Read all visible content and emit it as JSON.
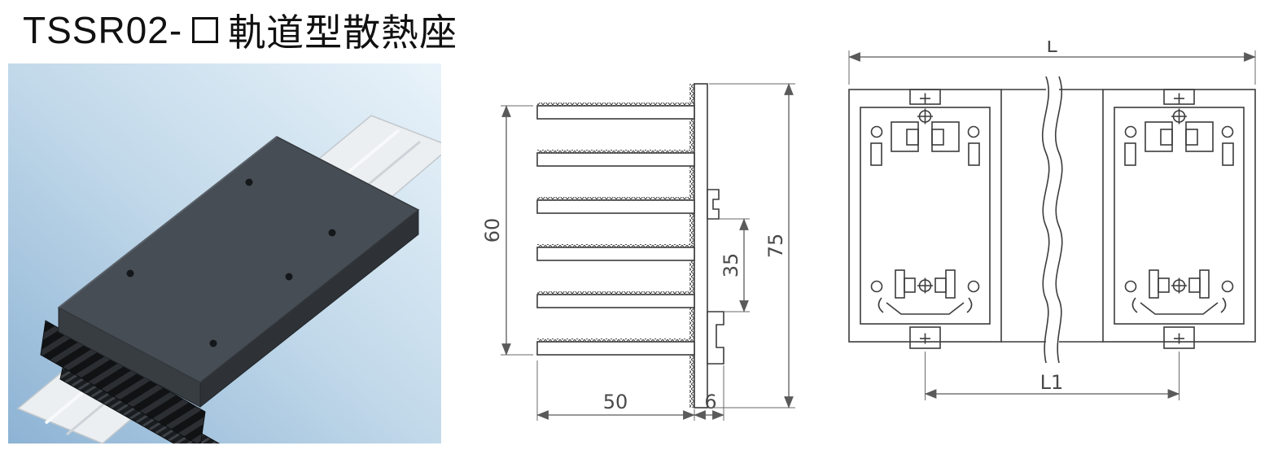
{
  "title": {
    "model_prefix": "TSSR02-",
    "product_name": "軌道型散熱座"
  },
  "section_view": {
    "dim_fin_height": "60",
    "dim_fin_width": "50",
    "dim_clip_span": "35",
    "dim_overall_height": "75",
    "dim_base_thickness": "6"
  },
  "front_view": {
    "dim_overall_length": "L",
    "dim_unit_pitch": "L1"
  },
  "colors": {
    "title_text": "#111111",
    "drawing_line": "#3c3c3c",
    "dimension_line": "#5a5a5a",
    "dimension_text": "#4a4a4a",
    "photo_background_light": "#e9f3fa",
    "photo_background_deep": "#8db3d4",
    "heatsink_top_face": "#474d54",
    "heatsink_side_face": "#2e3236",
    "heatsink_fins": "#101214",
    "din_rail": "#eceff1"
  }
}
